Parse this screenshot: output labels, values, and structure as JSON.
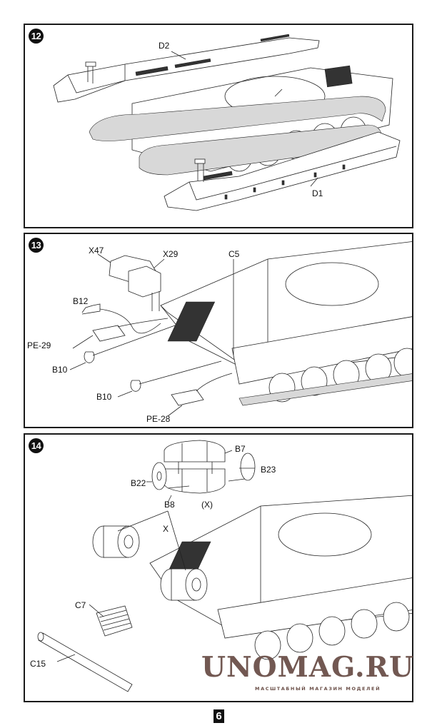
{
  "page": {
    "page_number": "6"
  },
  "steps": [
    {
      "number": "12",
      "labels": {
        "d2": "D2",
        "d1": "D1"
      }
    },
    {
      "number": "13",
      "labels": {
        "x47": "X47",
        "x29": "X29",
        "c5": "C5",
        "b12": "B12",
        "pe29": "PE-29",
        "b10a": "B10",
        "b10b": "B10",
        "pe28": "PE-28"
      }
    },
    {
      "number": "14",
      "labels": {
        "b7": "B7",
        "b23": "B23",
        "b22": "B22",
        "b8": "B8",
        "subassembly": "(X)",
        "x": "X",
        "c7": "C7",
        "c15": "C15"
      }
    }
  ],
  "watermark": {
    "title": "UNOMAG.RU",
    "subtitle": "МАСШТАБНЫЙ МАГАЗИН МОДЕЛЕЙ",
    "color": "#6b5049"
  }
}
